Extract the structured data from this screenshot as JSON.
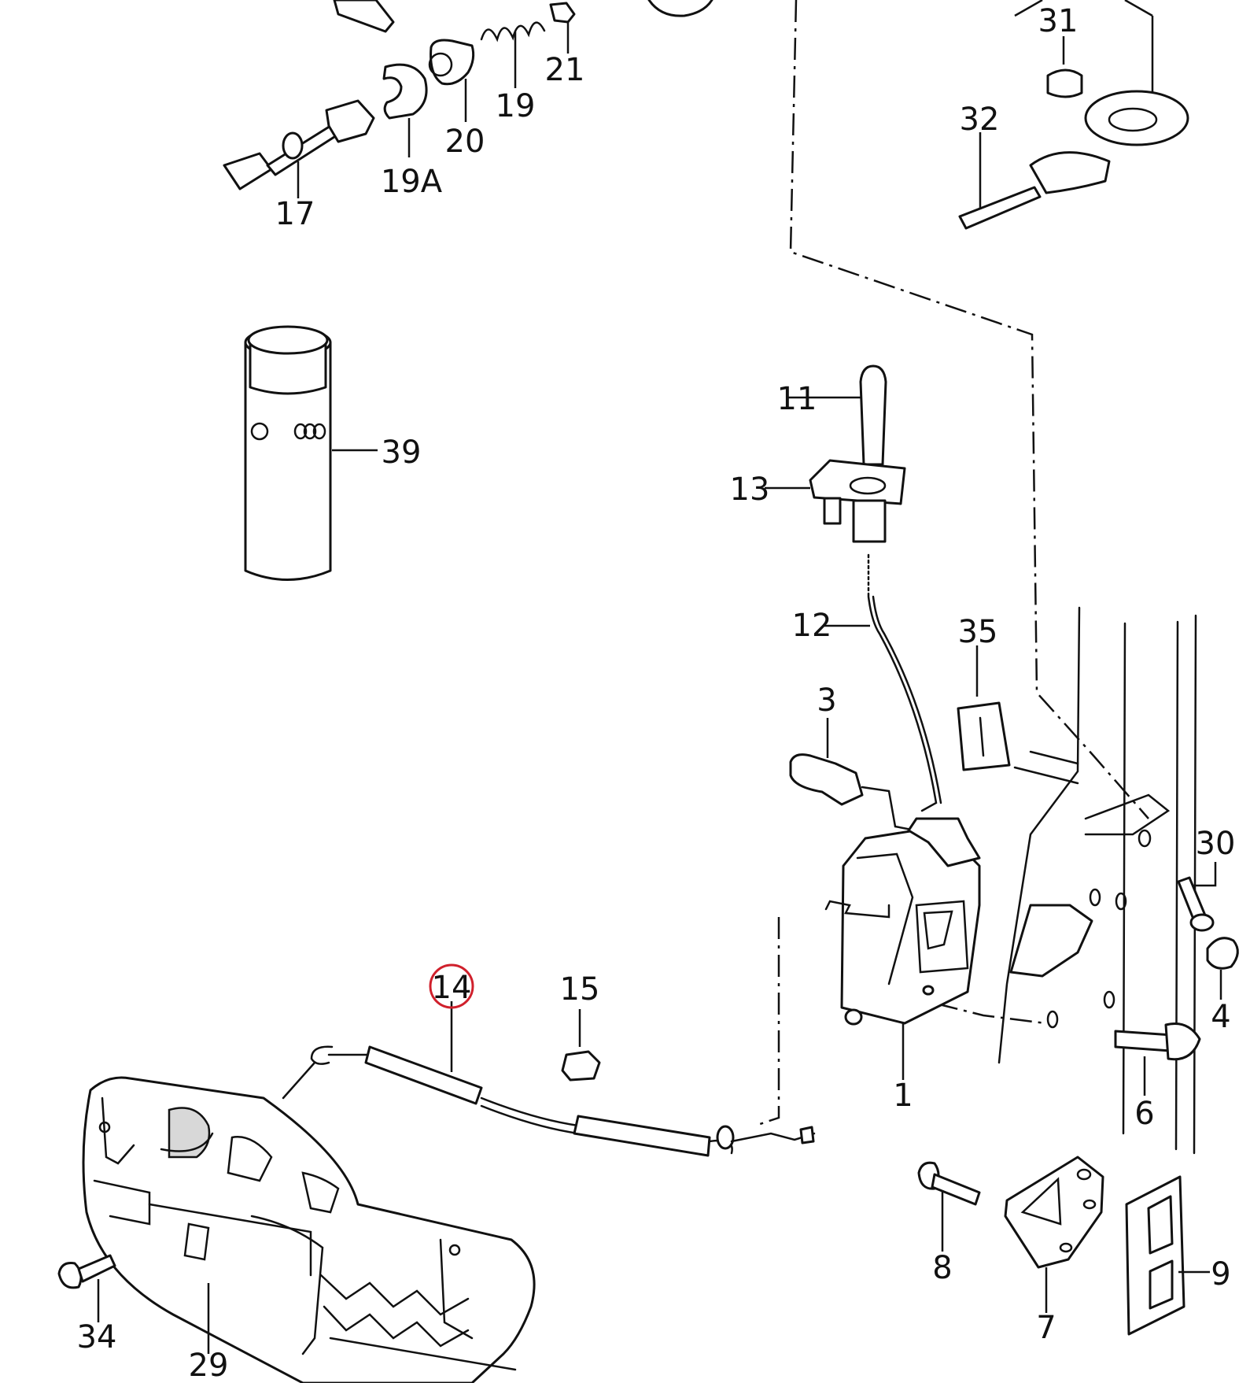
{
  "highlight_color": "#d0202c",
  "callouts": [
    {
      "id": "17",
      "label": "17"
    },
    {
      "id": "19A",
      "label": "19A"
    },
    {
      "id": "20",
      "label": "20"
    },
    {
      "id": "19",
      "label": "19"
    },
    {
      "id": "21",
      "label": "21"
    },
    {
      "id": "31",
      "label": "31"
    },
    {
      "id": "32",
      "label": "32"
    },
    {
      "id": "39",
      "label": "39"
    },
    {
      "id": "11",
      "label": "11"
    },
    {
      "id": "13",
      "label": "13"
    },
    {
      "id": "12",
      "label": "12"
    },
    {
      "id": "35",
      "label": "35"
    },
    {
      "id": "3",
      "label": "3"
    },
    {
      "id": "30",
      "label": "30"
    },
    {
      "id": "4",
      "label": "4"
    },
    {
      "id": "14",
      "label": "14",
      "highlighted": true
    },
    {
      "id": "15",
      "label": "15"
    },
    {
      "id": "1",
      "label": "1"
    },
    {
      "id": "6",
      "label": "6"
    },
    {
      "id": "8",
      "label": "8"
    },
    {
      "id": "7",
      "label": "7"
    },
    {
      "id": "9",
      "label": "9"
    },
    {
      "id": "34",
      "label": "34"
    },
    {
      "id": "29",
      "label": "29"
    }
  ]
}
